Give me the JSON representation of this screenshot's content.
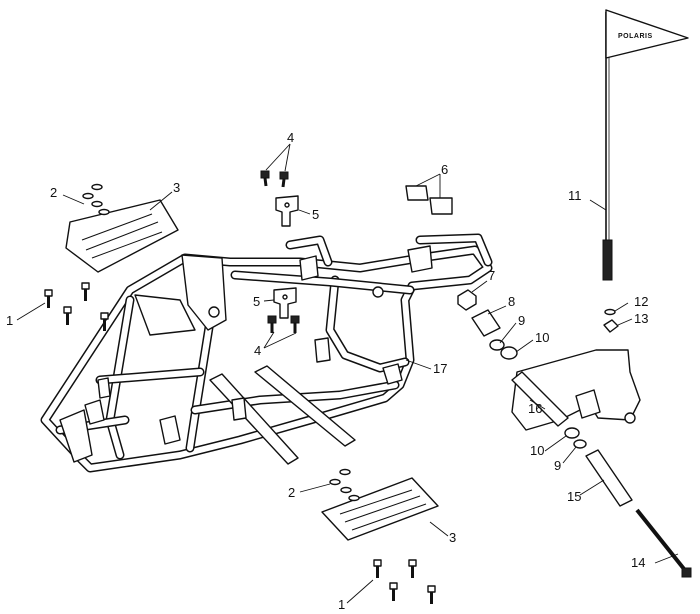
{
  "flag": {
    "text": "POLARIS"
  },
  "callouts": [
    {
      "id": "c1a",
      "text": "1"
    },
    {
      "id": "c1b",
      "text": "1"
    },
    {
      "id": "c2a",
      "text": "2"
    },
    {
      "id": "c2b",
      "text": "2"
    },
    {
      "id": "c3a",
      "text": "3"
    },
    {
      "id": "c3b",
      "text": "3"
    },
    {
      "id": "c4a",
      "text": "4"
    },
    {
      "id": "c4b",
      "text": "4"
    },
    {
      "id": "c5a",
      "text": "5"
    },
    {
      "id": "c5b",
      "text": "5"
    },
    {
      "id": "c6",
      "text": "6"
    },
    {
      "id": "c7",
      "text": "7"
    },
    {
      "id": "c8",
      "text": "8"
    },
    {
      "id": "c9a",
      "text": "9"
    },
    {
      "id": "c9b",
      "text": "9"
    },
    {
      "id": "c10a",
      "text": "10"
    },
    {
      "id": "c10b",
      "text": "10"
    },
    {
      "id": "c11",
      "text": "11"
    },
    {
      "id": "c12",
      "text": "12"
    },
    {
      "id": "c13",
      "text": "13"
    },
    {
      "id": "c14",
      "text": "14"
    },
    {
      "id": "c15",
      "text": "15"
    },
    {
      "id": "c16",
      "text": "16"
    },
    {
      "id": "c17",
      "text": "17"
    }
  ]
}
